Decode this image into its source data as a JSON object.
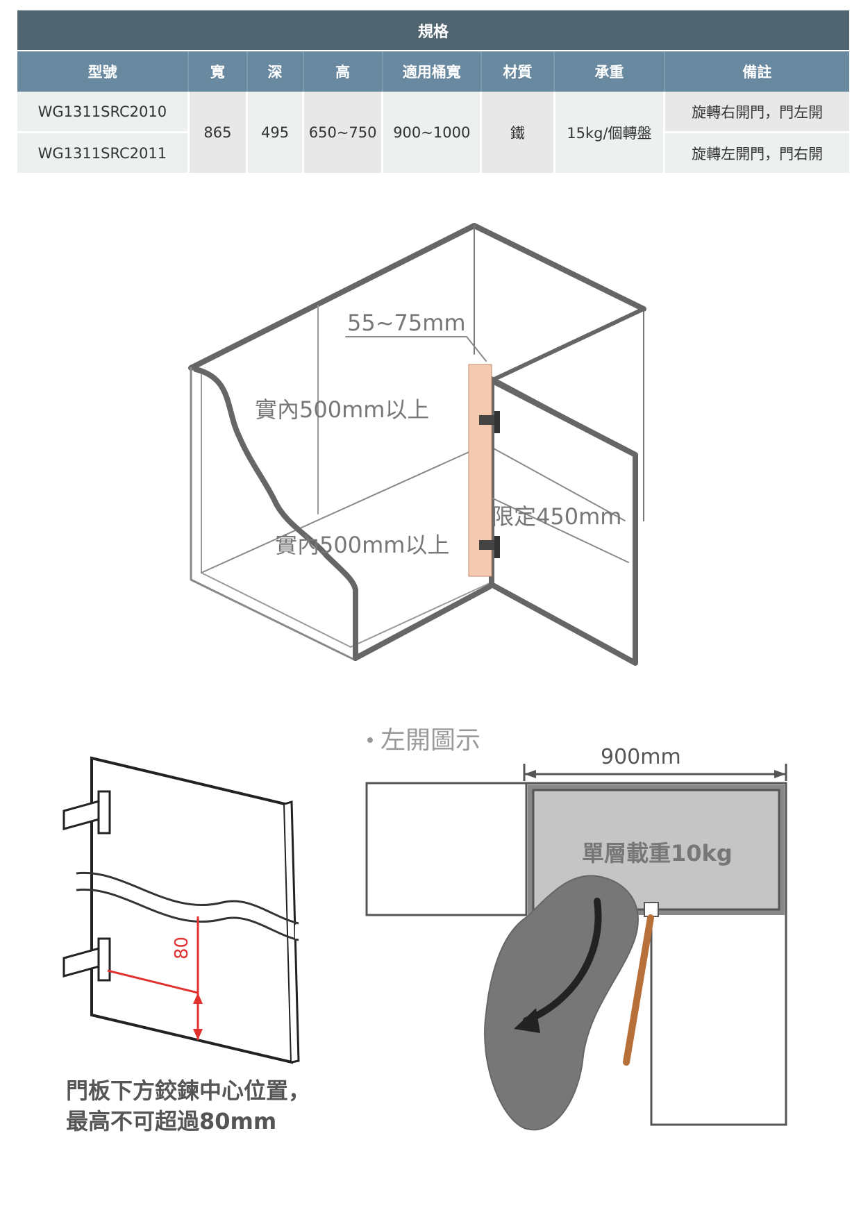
{
  "spec_table": {
    "title": "規格",
    "headers": [
      "型號",
      "寬",
      "深",
      "高",
      "適用桶寬",
      "材質",
      "承重",
      "備註"
    ],
    "models": [
      "WG1311SRC2010",
      "WG1311SRC2011"
    ],
    "width": "865",
    "depth": "495",
    "height": "650~750",
    "cabinet_width": "900~1000",
    "material": "鐵",
    "load": "15kg/個轉盤",
    "notes": [
      "旋轉右開門，門左開",
      "旋轉左開門，門右開"
    ]
  },
  "cabinet_diagram": {
    "label_gap": "55~75mm",
    "label_inner_top": "實內500mm以上",
    "label_inner_bottom": "實內500mm以上",
    "label_limit": "限定450mm",
    "door_color": "#f3c9b0"
  },
  "hinge_diagram": {
    "dimension": "80",
    "caption_line1": "門板下方鉸鍊中心位置，",
    "caption_line2": "最高不可超過80mm",
    "accent_color": "#e03030"
  },
  "plan_diagram": {
    "title": "左開圖示",
    "width_label": "900mm",
    "load_label": "單層載重10kg",
    "shelf_color": "#888888",
    "tray_color": "#c5c5c5",
    "door_color": "#b8703a"
  }
}
